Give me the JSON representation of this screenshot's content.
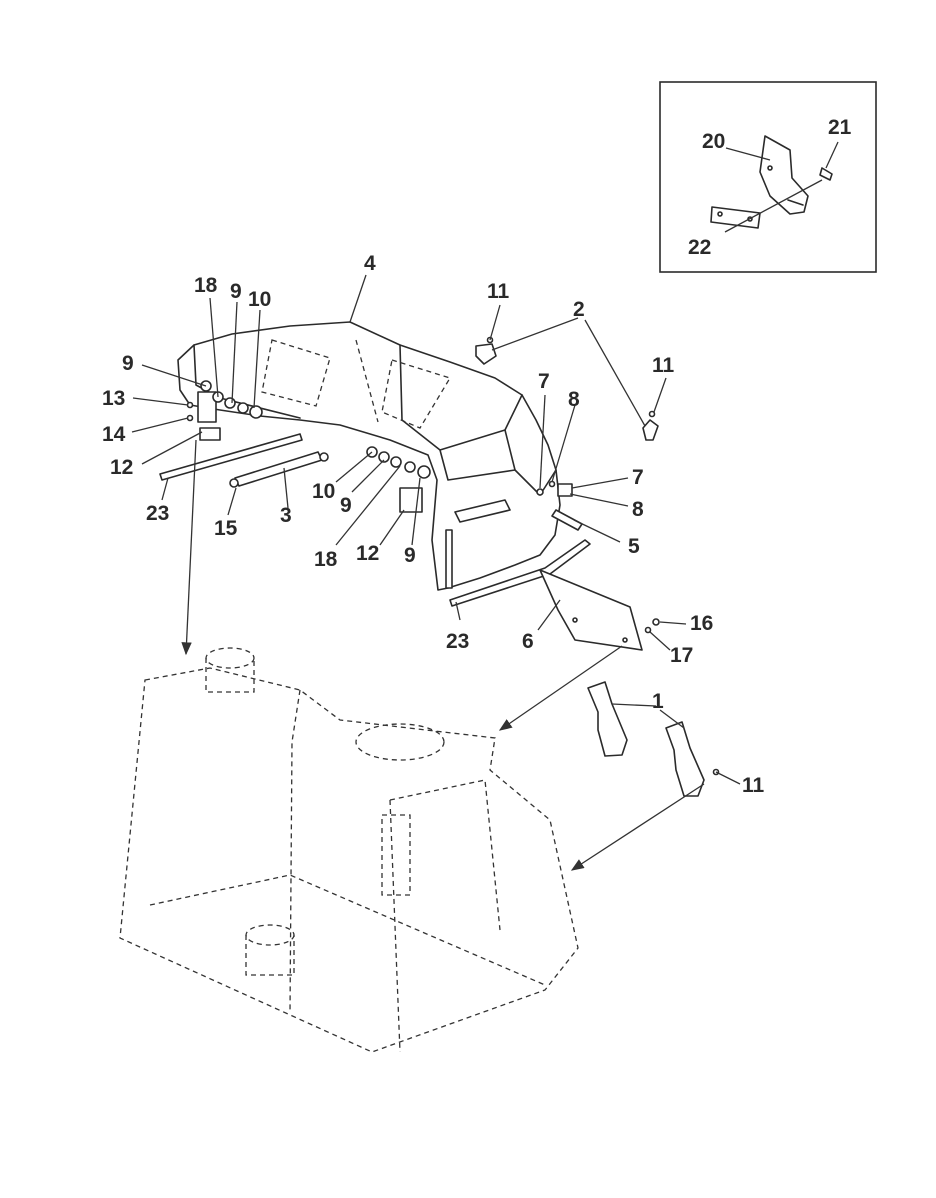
{
  "callouts": {
    "c1": "1",
    "c2": "2",
    "c3": "3",
    "c4": "4",
    "c5": "5",
    "c6": "6",
    "c7a": "7",
    "c7b": "7",
    "c8a": "8",
    "c8b": "8",
    "c9a": "9",
    "c9b": "9",
    "c9c": "9",
    "c9d": "9",
    "c10a": "10",
    "c10b": "10",
    "c11a": "11",
    "c11b": "11",
    "c11c": "11",
    "c12a": "12",
    "c12b": "12",
    "c13": "13",
    "c14": "14",
    "c15": "15",
    "c16": "16",
    "c17": "17",
    "c18a": "18",
    "c18b": "18",
    "c20": "20",
    "c21": "21",
    "c22": "22",
    "c23a": "23",
    "c23b": "23"
  }
}
